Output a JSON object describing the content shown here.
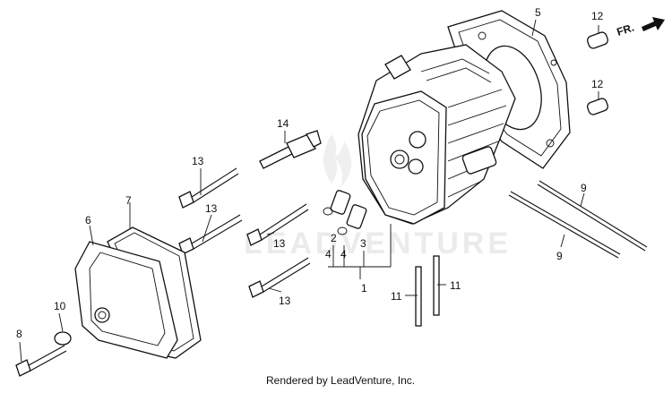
{
  "diagram": {
    "direction_label": "FR.",
    "footer": "Rendered by LeadVenture, Inc.",
    "watermark": "LEADVENTURE",
    "callouts": [
      "1",
      "2",
      "3",
      "4",
      "4",
      "5",
      "6",
      "7",
      "8",
      "9",
      "9",
      "10",
      "11",
      "11",
      "12",
      "12",
      "13",
      "13",
      "13",
      "13",
      "14"
    ]
  }
}
